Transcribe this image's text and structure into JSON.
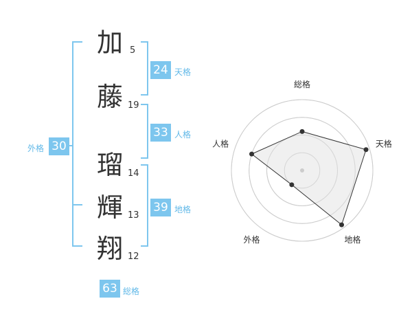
{
  "name_chars": [
    {
      "char": "加",
      "strokes": "5"
    },
    {
      "char": "藤",
      "strokes": "19"
    },
    {
      "char": "瑠",
      "strokes": "14"
    },
    {
      "char": "輝",
      "strokes": "13"
    },
    {
      "char": "翔",
      "strokes": "12"
    }
  ],
  "fortunes": {
    "tenkaku": {
      "value": "24",
      "label": "天格"
    },
    "jinkaku": {
      "value": "33",
      "label": "人格"
    },
    "chikaku": {
      "value": "39",
      "label": "地格"
    },
    "gaikaku": {
      "value": "30",
      "label": "外格"
    },
    "soukaku": {
      "value": "63",
      "label": "総格"
    }
  },
  "chart_data": {
    "type": "radar",
    "axes": [
      "総格",
      "天格",
      "地格",
      "外格",
      "人格"
    ],
    "values": [
      0.55,
      0.95,
      0.95,
      0.25,
      0.75
    ],
    "max": 1,
    "rings": 4,
    "grid": true,
    "colors": {
      "fill": "#eeeeee",
      "line": "#333333",
      "grid": "#cccccc",
      "accent": "#7dc6ee"
    }
  }
}
